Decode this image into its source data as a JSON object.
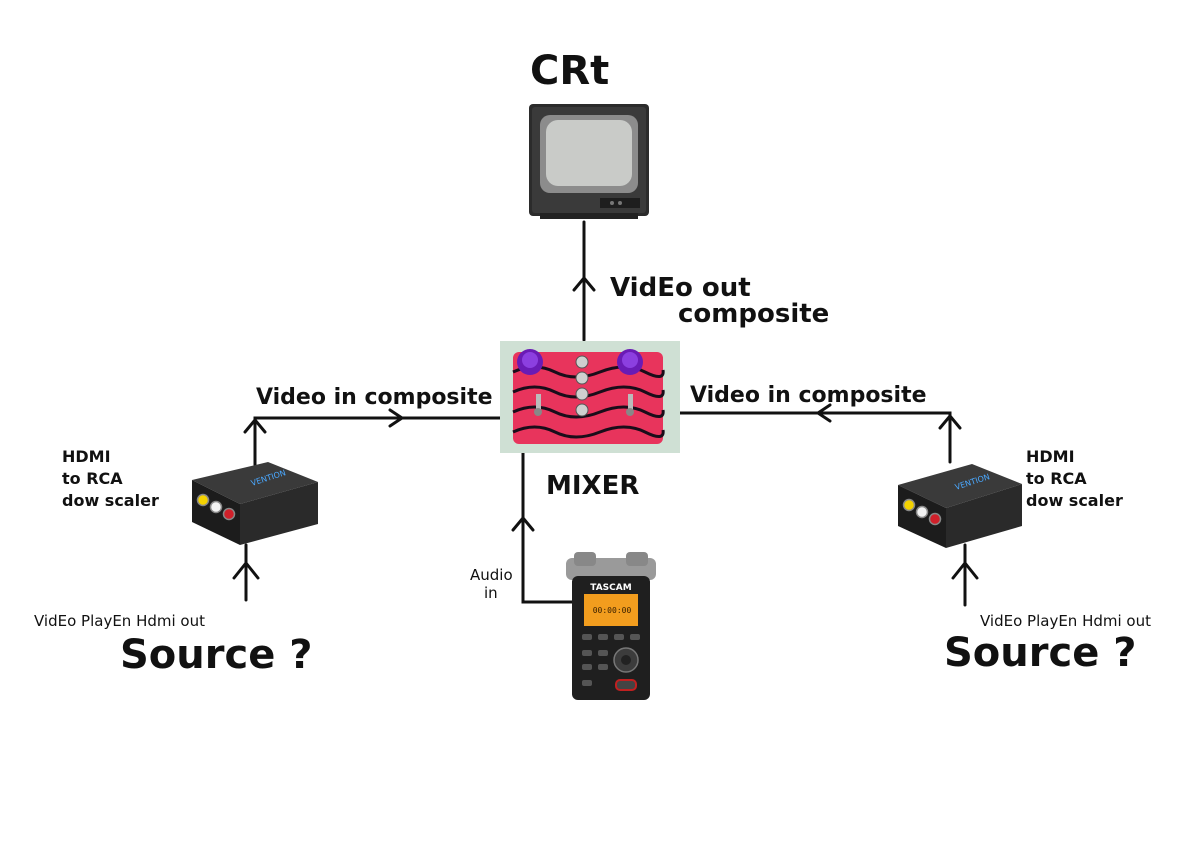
{
  "labels": {
    "crt": "CRt",
    "video_out_line1": "VidEo out",
    "video_out_line2": "composite",
    "mixer": "MIXER",
    "video_in_left": "Video in composite",
    "video_in_right": "Video in composite",
    "hdmi_left_line1": "HDMI",
    "hdmi_left_line2": "to RCA",
    "hdmi_left_line3": "dow scaler",
    "hdmi_right_line1": "HDMI",
    "hdmi_right_line2": "to RCA",
    "hdmi_right_line3": "dow scaler",
    "player_left": "VidEo PlayEn Hdmi out",
    "player_right": "VidEo PlayEn Hdmi out",
    "source_left": "Source ?",
    "source_right": "Source ?",
    "audio_line1": "Audio",
    "audio_line2": "in"
  },
  "devices": {
    "recorder_brand": "TASCAM",
    "recorder_screen": "00:00:00",
    "converter_brand": "VENTION"
  },
  "colors": {
    "ink": "#111111",
    "pedal_pink": "#e8345c",
    "knob_purple": "#6a1bb5",
    "screen_orange": "#f29d1e"
  }
}
